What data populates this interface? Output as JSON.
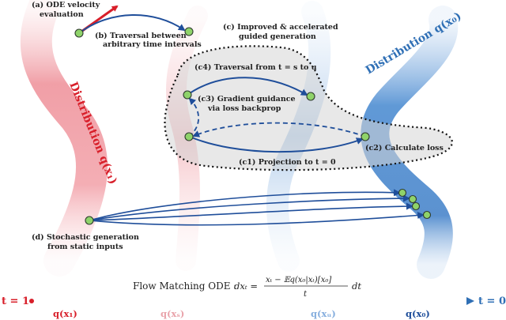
{
  "labels": {
    "a1": "(a) ODE velocity",
    "a2": "evaluation",
    "b1": "(b) Traversal between",
    "b2": "arbitrary time intervals",
    "c1": "(c) Improved & accelerated",
    "c2": "guided generation",
    "c4": "(c4) Traversal from t = s to u",
    "c3a": "(c3) Gradient guidance",
    "c3b": "via loss backprop",
    "c2label": "(c2) Calculate loss",
    "c1label": "(c1) Projection to t = 0",
    "d1": "(d) Stochastic generation",
    "d2": "from static inputs"
  },
  "distributions": {
    "left": "Distribution q(x₁)",
    "right": "Distribution q(x₀)"
  },
  "formula": {
    "prefix": "Flow Matching ODE :",
    "lhs": "dxₜ =",
    "numerator": "xₜ − 𝔼q(x₀|xₜ)[x₀]",
    "denominator": "t",
    "suffix": "dt"
  },
  "timeline": {
    "start": "t = 1",
    "end": "t = 0",
    "ticks": [
      "q(x₁)",
      "q(xₛ)",
      "q(xᵤ)",
      "q(x₀)"
    ]
  },
  "colors": {
    "red": "#d81f2a",
    "blue": "#2f6fb5",
    "navy": "#1f4e9a",
    "node": "#8fd36a"
  }
}
